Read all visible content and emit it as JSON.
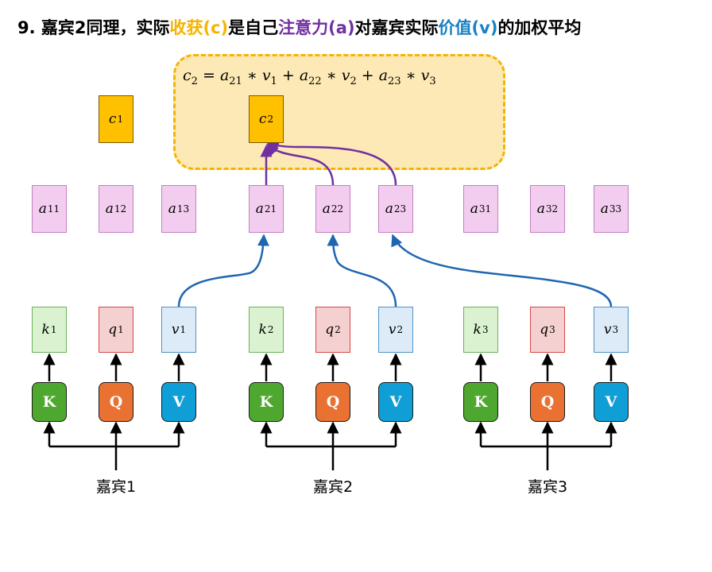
{
  "title": {
    "prefix": "9. 嘉宾2同理，实际",
    "gain": "收获(c)",
    "middle1": "是自己",
    "attention": "注意力(a)",
    "middle2": "对嘉宾实际",
    "value": "价值(v)",
    "suffix": "的加权平均"
  },
  "formula": {
    "c": "c",
    "c_sub": "2",
    "eq": " = ",
    "a1": "a",
    "a1_sub": "21",
    "v1": "v",
    "v1_sub": "1",
    "a2": "a",
    "a2_sub": "22",
    "v2": "v",
    "v2_sub": "2",
    "a3": "a",
    "a3_sub": "23",
    "v3": "v",
    "v3_sub": "3",
    "times": " ∗ ",
    "plus": " + "
  },
  "outputs": [
    {
      "main": "c",
      "sub": "1"
    },
    {
      "main": "c",
      "sub": "2"
    }
  ],
  "attention": [
    {
      "main": "a",
      "sub": "11"
    },
    {
      "main": "a",
      "sub": "12"
    },
    {
      "main": "a",
      "sub": "13"
    },
    {
      "main": "a",
      "sub": "21"
    },
    {
      "main": "a",
      "sub": "22"
    },
    {
      "main": "a",
      "sub": "23"
    },
    {
      "main": "a",
      "sub": "31"
    },
    {
      "main": "a",
      "sub": "32"
    },
    {
      "main": "a",
      "sub": "33"
    }
  ],
  "guests": [
    {
      "label": "嘉宾1",
      "k": {
        "main": "k",
        "sub": "1"
      },
      "q": {
        "main": "q",
        "sub": "1"
      },
      "v": {
        "main": "v",
        "sub": "1"
      }
    },
    {
      "label": "嘉宾2",
      "k": {
        "main": "k",
        "sub": "2"
      },
      "q": {
        "main": "q",
        "sub": "2"
      },
      "v": {
        "main": "v",
        "sub": "2"
      }
    },
    {
      "label": "嘉宾3",
      "k": {
        "main": "k",
        "sub": "3"
      },
      "q": {
        "main": "q",
        "sub": "3"
      },
      "v": {
        "main": "v",
        "sub": "3"
      }
    }
  ],
  "buttons": {
    "k": "K",
    "q": "Q",
    "v": "V"
  },
  "colors": {
    "gain": "#f5b400",
    "attention": "#7030a0",
    "value": "#1a80c4",
    "k_btn": "#4ea72e",
    "q_btn": "#e97132",
    "v_btn": "#0f9ed5"
  }
}
